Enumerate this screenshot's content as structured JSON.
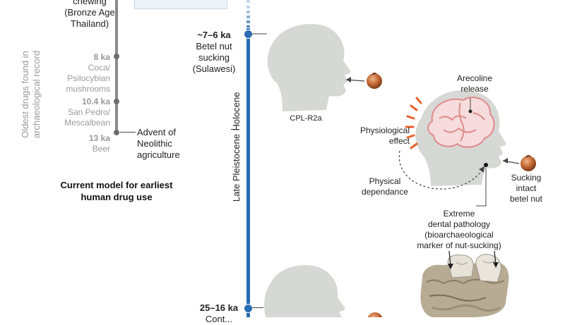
{
  "left_panel": {
    "top_item_lines": [
      "chewing",
      "(Bronze Age",
      "Thailand)"
    ],
    "axis_label_line1": "Oldest drugs found in",
    "axis_label_line2": "archaeological record",
    "items": [
      {
        "age": "8 ka",
        "lines": [
          "Coca/",
          "Psilocybian",
          "mushrooms"
        ]
      },
      {
        "age": "10.4 ka",
        "lines": [
          "San Pedro/",
          "Mescalbean"
        ]
      },
      {
        "age": "13 ka",
        "lines": [
          "Beer"
        ]
      }
    ],
    "neolithic_lines": [
      "Advent of",
      "Neolithic",
      "agriculture"
    ],
    "model_caption_line1": "Current model for earliest",
    "model_caption_line2": "human drug use"
  },
  "timeline": {
    "label_holocene": "Holocene",
    "label_pleistocene": "Late Pleistocene",
    "event_1": {
      "age": "~7–6 ka",
      "lines": [
        "Betel nut",
        "sucking",
        "(Sulawesi)"
      ]
    },
    "event_2": {
      "age": "25–16 ka",
      "lines": [
        "Cont..."
      ]
    }
  },
  "specimen_label": "CPL-R2a",
  "diagram": {
    "arecoline_line1": "Arecoline",
    "arecoline_line2": "release",
    "physio_line1": "Physiological",
    "physio_line2": "effect",
    "dependance_line1": "Physical",
    "dependance_line2": "dependance",
    "sucking_lines": [
      "Sucking",
      "intact",
      "betel nut"
    ],
    "pathology_lines": [
      "Extreme",
      "dental pathology",
      "(bioarchaeological",
      "marker of nut-sucking)"
    ]
  },
  "colors": {
    "timeline_blue": "#2a6db5",
    "left_line_gray": "#8a8a8a",
    "head_gray": "#d6d8d6",
    "brain_pink": "#e08a8a",
    "burst_orange": "#e8612c",
    "nut_brown": "#b5622e"
  }
}
